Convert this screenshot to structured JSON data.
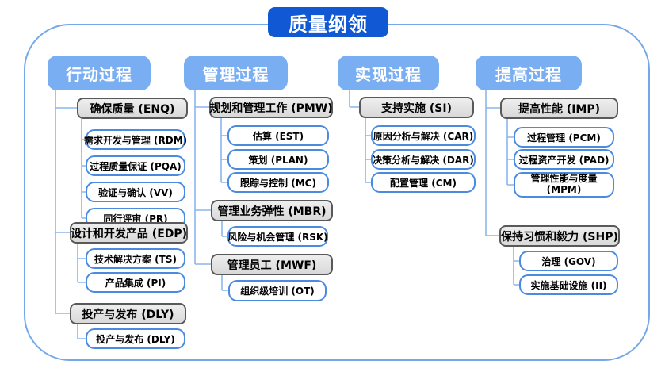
{
  "title": "质量纲领",
  "palette": {
    "title_bg": "#1159d4",
    "header_bg": "#7aaef2",
    "header_text": "#ffffff",
    "group_bg": "#d9d9d9",
    "group_border": "#595959",
    "child_border": "#4a8be0",
    "line": "#8ab5ec",
    "frame_border": "#74a9e9",
    "text": "#000000"
  },
  "columns": [
    {
      "header": "行动过程",
      "groups": [
        {
          "label": "确保质量 (ENQ)",
          "children": [
            "需求开发与管理 (RDM)",
            "过程质量保证 (PQA)",
            "验证与确认 (VV)",
            "同行评审 (PR)"
          ]
        },
        {
          "label": "设计和开发产品 (EDP)",
          "children": [
            "技术解决方案 (TS)",
            "产品集成 (PI)"
          ]
        },
        {
          "label": "投产与发布 (DLY)",
          "children": [
            "投产与发布 (DLY)"
          ]
        }
      ]
    },
    {
      "header": "管理过程",
      "groups": [
        {
          "label": "规划和管理工作 (PMW)",
          "children": [
            "估算 (EST)",
            "策划 (PLAN)",
            "跟踪与控制 (MC)"
          ]
        },
        {
          "label": "管理业务弹性 (MBR)",
          "children": [
            "风险与机会管理 (RSK)"
          ]
        },
        {
          "label": "管理员工 (MWF)",
          "children": [
            "组织级培训 (OT)"
          ]
        }
      ]
    },
    {
      "header": "实现过程",
      "groups": [
        {
          "label": "支持实施 (SI)",
          "children": [
            "原因分析与解决 (CAR)",
            "决策分析与解决 (DAR)",
            "配置管理 (CM)"
          ]
        }
      ]
    },
    {
      "header": "提高过程",
      "groups": [
        {
          "label": "提高性能 (IMP)",
          "children": [
            "过程管理 (PCM)",
            "过程资产开发 (PAD)",
            "管理性能与度量 (MPM)"
          ]
        },
        {
          "label": "保持习惯和毅力 (SHP)",
          "children": [
            "治理 (GOV)",
            "实施基础设施 (II)"
          ]
        }
      ]
    }
  ]
}
